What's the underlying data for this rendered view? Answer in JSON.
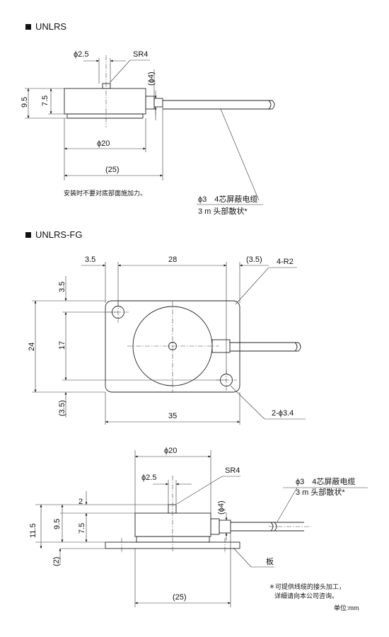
{
  "sections": {
    "unlrs": {
      "title": "UNLRS",
      "labels": {
        "d25": "ϕ2.5",
        "sr4": "SR4",
        "d4": "(ϕ4)",
        "h95": "9.5",
        "h75": "7.5",
        "d20": "ϕ20",
        "w25": "(25)",
        "note": "安装时不要对底部面施加力。",
        "cable1": "ϕ3　4芯屏蔽电缆",
        "cable2": "3 m 头部散状*"
      }
    },
    "fg": {
      "title": "UNLRS-FG",
      "labels": {
        "w35a": "3.5",
        "w28": "28",
        "w35b": "(3.5)",
        "r2": "4-R2",
        "h35a": "3.5",
        "h24": "24",
        "h17": "17",
        "h35b": "(3.5)",
        "w35": "35",
        "hole": "2-ϕ3.4"
      }
    },
    "side": {
      "labels": {
        "d20": "ϕ20",
        "d25": "ϕ2.5",
        "sr4": "SR4",
        "cable1": "ϕ3　4芯屏蔽电缆",
        "cable2": "3 m 头部散状*",
        "h2": "2",
        "d4": "(ϕ4)",
        "h115": "11.5",
        "h95": "9.5",
        "h75": "7.5",
        "h2b": "(2)",
        "plate": "板",
        "w25": "(25)",
        "foot1": "＊可提供线缆的接头加工，",
        "foot2": "详细请向本公司咨询。",
        "unit": "单位:mm"
      }
    }
  }
}
